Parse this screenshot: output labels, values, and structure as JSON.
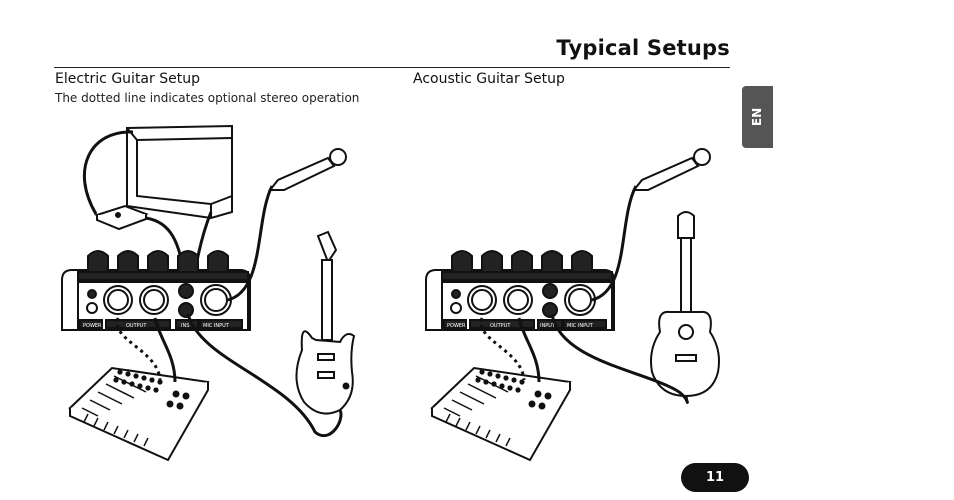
{
  "page": {
    "title": "Typical Setups",
    "language_tab": "EN",
    "page_number": "11"
  },
  "sections": [
    {
      "title": "Electric Guitar Setup",
      "note": "The dotted line indicates optional stereo operation",
      "panel_labels": [
        "POWER",
        "OUTPUT",
        "INS",
        "MIC INPUT"
      ]
    },
    {
      "title": "Acoustic Guitar Setup",
      "panel_labels": [
        "POWER",
        "OUTPUT",
        "INPUT",
        "MIC INPUT"
      ]
    }
  ],
  "icons": [
    "amplifier-icon",
    "footswitch-icon",
    "microphone-icon",
    "electric-guitar-icon",
    "acoustic-guitar-icon",
    "mixer-icon",
    "pedal-unit-icon"
  ]
}
